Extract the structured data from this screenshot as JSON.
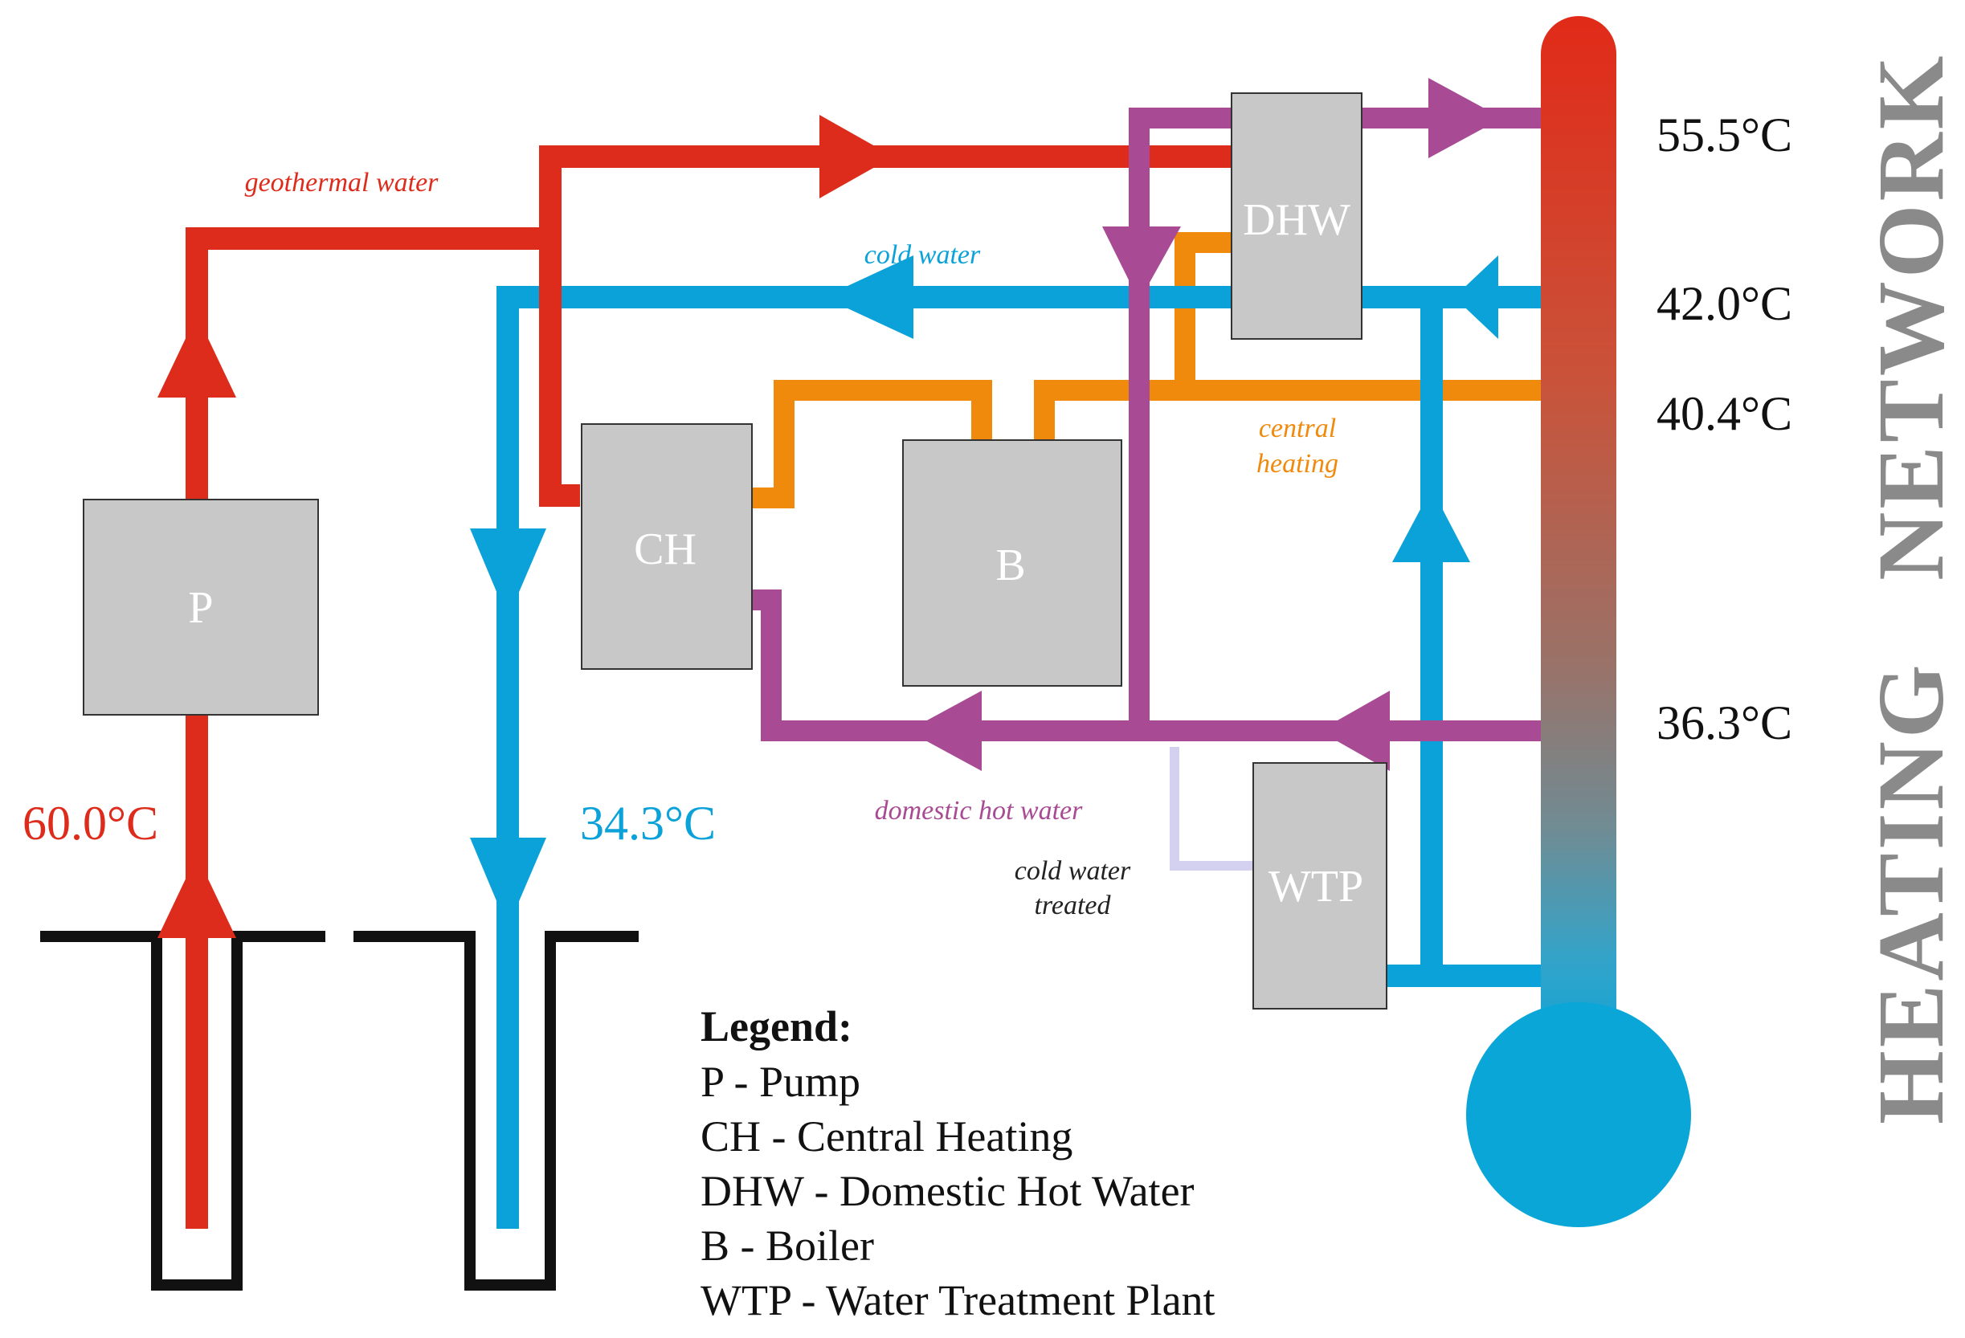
{
  "colors": {
    "geothermal": "#de2c1c",
    "cold": "#0aa2d8",
    "central": "#f08a0c",
    "domestic": "#a84a94",
    "treated": "#d4d0f0",
    "box": "#c8c8c8",
    "well": "#111111"
  },
  "components": {
    "pump": "P",
    "central_heating": "CH",
    "boiler": "B",
    "domestic_hot_water": "DHW",
    "water_treatment": "WTP"
  },
  "flows": {
    "geothermal": "geothermal water",
    "cold": "cold water",
    "central_line1": "central",
    "central_line2": "heating",
    "domestic": "domestic hot water",
    "treated_line1": "cold water",
    "treated_line2": "treated"
  },
  "temperatures": {
    "well_out": "60.0°C",
    "well_in": "34.3°C",
    "t1": "55.5°C",
    "t2": "42.0°C",
    "t3": "40.4°C",
    "t4": "36.3°C"
  },
  "legend": {
    "title": "Legend:",
    "items": [
      "P - Pump",
      "CH - Central Heating",
      "DHW - Domestic Hot Water",
      "B - Boiler",
      "WTP - Water Treatment Plant"
    ]
  },
  "network_label": "HEATING   NETWORK"
}
